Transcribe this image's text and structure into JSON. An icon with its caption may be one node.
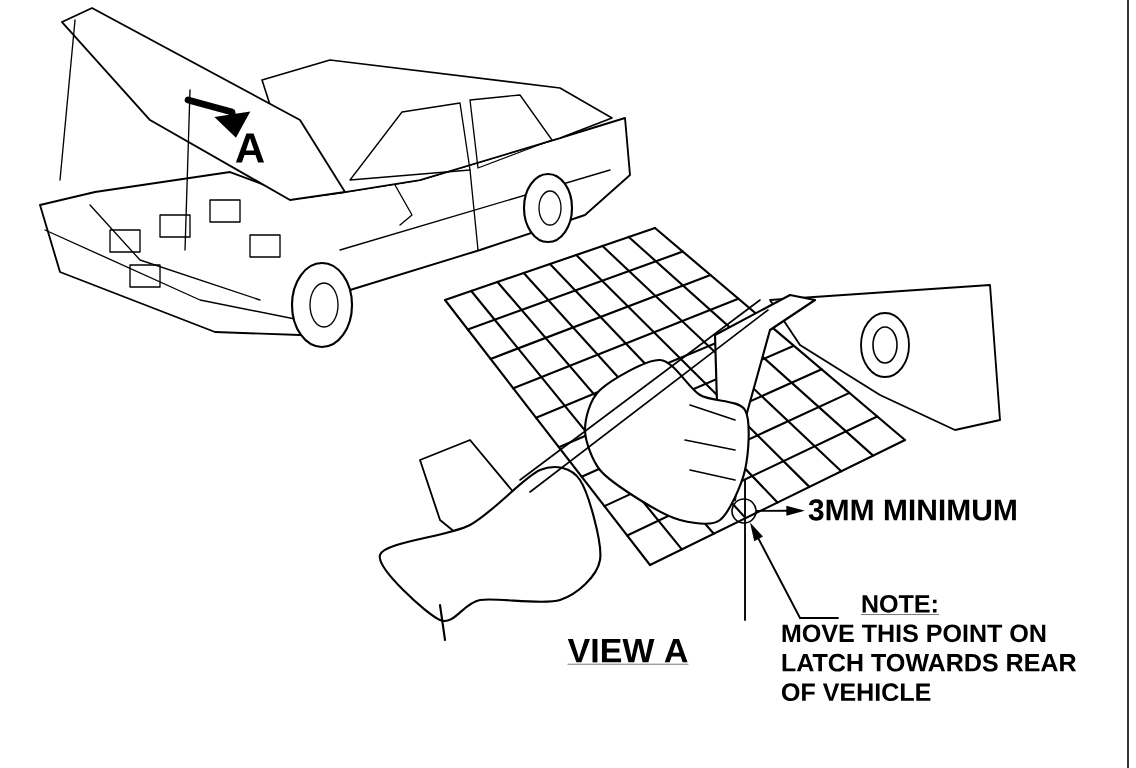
{
  "diagram": {
    "nodes": [
      {
        "text": [
          "3MM MINIMUM"
        ]
      },
      {
        "text": [],
        "shape": "circle"
      },
      {
        "text": [
          "NOTE:",
          "MOVE THIS POINT ON LATCH TOWARDS REAR OF VEHICLE"
        ]
      }
    ],
    "edges": [
      {
        "from": 1,
        "to": 0,
        "arrow": "to"
      },
      {
        "from": 2,
        "to": 1,
        "arrow": "to"
      }
    ],
    "labels": [
      "A",
      "VIEW A"
    ]
  }
}
